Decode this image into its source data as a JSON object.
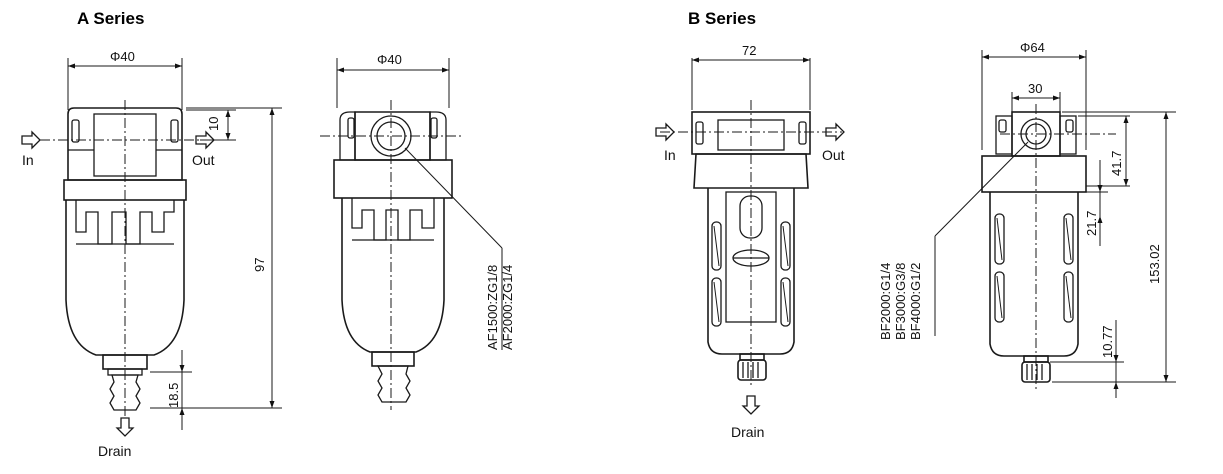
{
  "series_a": {
    "title": "A Series",
    "dia_front": "Φ40",
    "dia_side": "Φ40",
    "dim_top": "10",
    "dim_height": "97",
    "dim_drain": "18.5",
    "port_note_1": "AF1500:ZG1/8",
    "port_note_2": "AF2000:ZG1/4",
    "in_label": "In",
    "out_label": "Out",
    "drain_label": "Drain"
  },
  "series_b": {
    "title": "B Series",
    "width_front": "72",
    "dia_side": "Φ64",
    "dim_port": "30",
    "dim_upper": "41.7",
    "dim_mid": "21.7",
    "dim_height": "153.02",
    "dim_drain": "10.77",
    "port_note_1": "BF2000:G1/4",
    "port_note_2": "BF3000:G3/8",
    "port_note_3": "BF4000:G1/2",
    "in_label": "In",
    "out_label": "Out",
    "drain_label": "Drain"
  }
}
